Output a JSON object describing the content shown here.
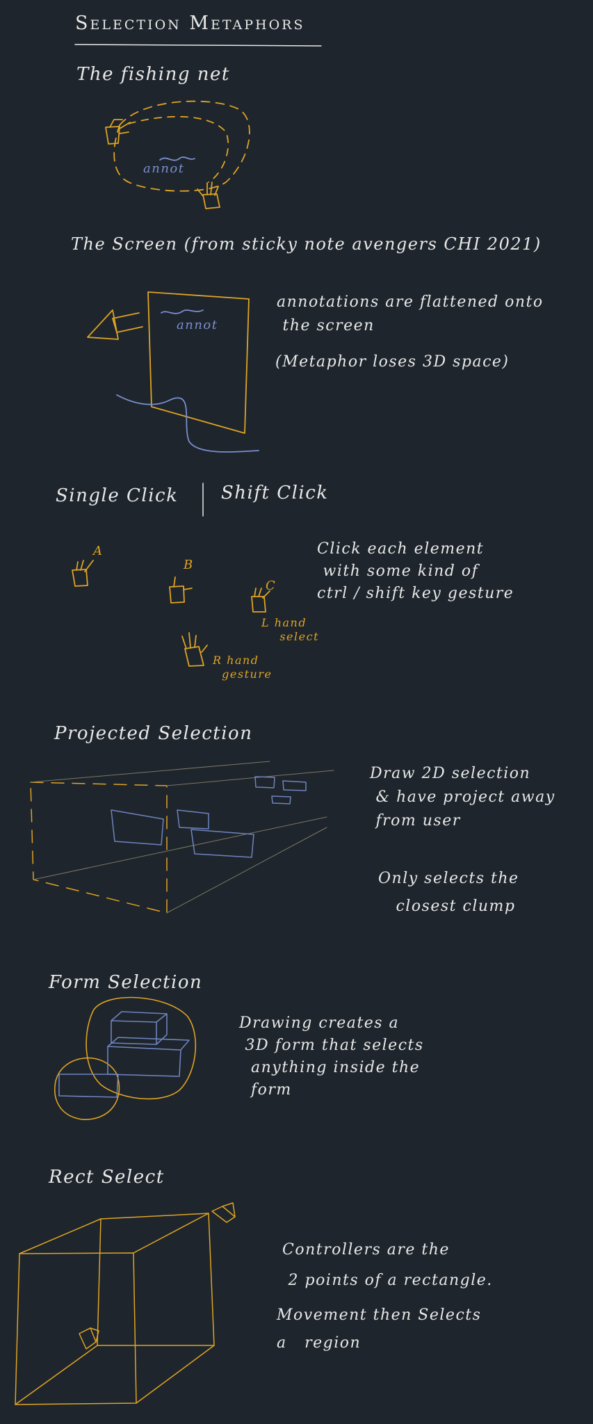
{
  "title": "Selection Metaphors",
  "colors": {
    "background": "#1e252c",
    "ink": "#e8e8e8",
    "orange": "#e0a424",
    "blue": "#7b8fd0"
  },
  "sections": {
    "fishing_net": {
      "heading": "The fishing net",
      "annot": "annot"
    },
    "screen": {
      "heading": "The Screen (from sticky note avengers CHI 2021)",
      "annot": "annot",
      "note1": "annotations are flattened onto\n the screen",
      "note2": "(Metaphor loses 3D space)"
    },
    "single_click": {
      "heading_left": "Single Click",
      "heading_right": "Shift Click",
      "labels": [
        "A",
        "B",
        "C"
      ],
      "l_hand": "L hand\n    select",
      "r_hand": "R hand\n  gesture",
      "note": "Click each element\n with some kind of\nctrl / shift key gesture"
    },
    "projected": {
      "heading": "Projected Selection",
      "note1": "Draw 2D selection\n & have project away\n from user",
      "note2": "Only selects the\n   closest clump"
    },
    "form": {
      "heading": "Form Selection",
      "note": "Drawing creates a\n 3D form that selects\n  anything inside the\n  form"
    },
    "rect": {
      "heading": "Rect Select",
      "note1": "Controllers are the\n 2 points of a rectangle.",
      "note2": "Movement then Selects\na   region"
    }
  }
}
